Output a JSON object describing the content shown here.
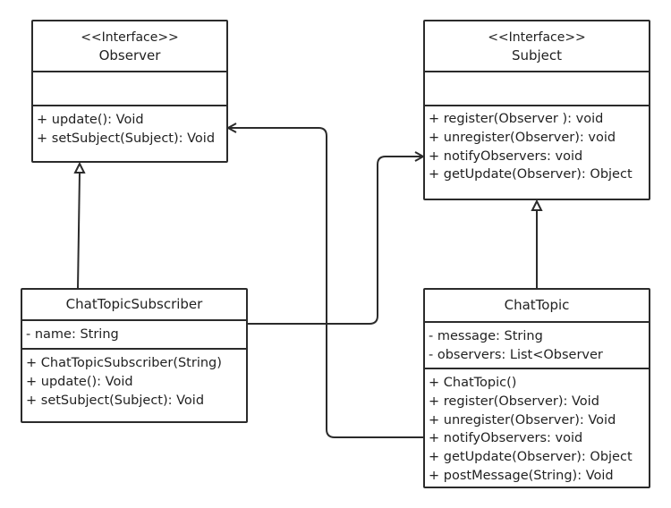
{
  "diagram": {
    "classes": {
      "observer": {
        "stereotype": "<<Interface>>",
        "name": "Observer",
        "attributes": [],
        "methods": [
          "+ update(): Void",
          "+ setSubject(Subject): Void"
        ]
      },
      "subject": {
        "stereotype": "<<Interface>>",
        "name": "Subject",
        "attributes": [],
        "methods": [
          "+ register(Observer ): void",
          "+ unregister(Observer): void",
          "+ notifyObservers: void",
          "+ getUpdate(Observer): Object"
        ]
      },
      "chat_topic_subscriber": {
        "name": "ChatTopicSubscriber",
        "attributes": [
          "-  name: String"
        ],
        "methods": [
          "+ ChatTopicSubscriber(String)",
          "+ update(): Void",
          "+ setSubject(Subject): Void"
        ]
      },
      "chat_topic": {
        "name": "ChatTopic",
        "attributes": [
          "- message: String",
          "- observers: List<Observer"
        ],
        "methods": [
          "+ ChatTopic()",
          "+ register(Observer): Void",
          "+ unregister(Observer): Void",
          "+ notifyObservers: void",
          "+ getUpdate(Observer): Object",
          "+ postMessage(String): Void"
        ]
      }
    },
    "relationships": [
      {
        "from": "chat_topic_subscriber",
        "to": "observer",
        "type": "realization"
      },
      {
        "from": "chat_topic",
        "to": "subject",
        "type": "realization"
      },
      {
        "from": "chat_topic_subscriber",
        "to": "subject",
        "type": "association"
      },
      {
        "from": "chat_topic",
        "to": "observer",
        "type": "association"
      }
    ]
  }
}
